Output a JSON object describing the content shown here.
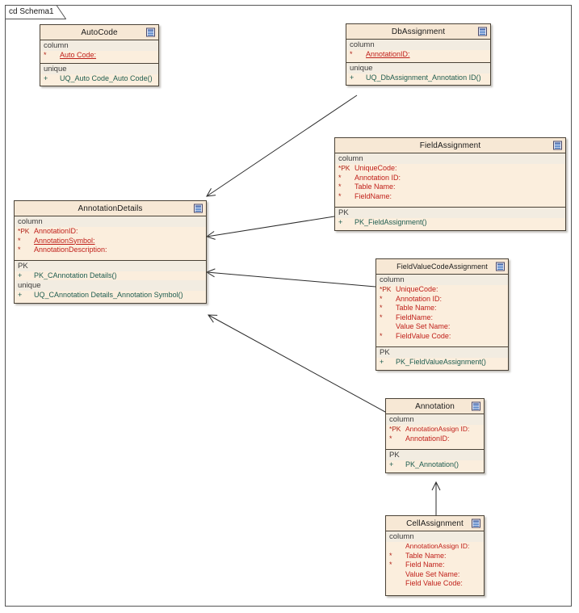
{
  "diagram": {
    "frame_label": "cd Schema1",
    "colors": {
      "box_fill": "#fbeedd",
      "header_fill": "#f7e8d5",
      "section_fill": "#f2ece1",
      "border": "#4a4236",
      "attribute_text": "#c0201a",
      "operation_text": "#1d5c4f",
      "label_text": "#3c3c3c",
      "connector": "#2b2b2b"
    },
    "icon_name": "table-icon"
  },
  "classes": [
    {
      "id": "autocode",
      "name": "AutoCode",
      "compartments": [
        {
          "label": "column",
          "rows": [
            {
              "mark": "*",
              "text": "Auto Code:",
              "kind": "attr",
              "underline": true
            }
          ]
        },
        {
          "label": "unique",
          "rows": [
            {
              "mark": "+",
              "text": "UQ_Auto Code_Auto Code()",
              "kind": "op",
              "underline": false
            }
          ]
        }
      ]
    },
    {
      "id": "dbassignment",
      "name": "DbAssignment",
      "compartments": [
        {
          "label": "column",
          "rows": [
            {
              "mark": "*",
              "text": "AnnotationID:",
              "kind": "attr",
              "underline": true
            }
          ]
        },
        {
          "label": "unique",
          "rows": [
            {
              "mark": "+",
              "text": "UQ_DbAssignment_Annotation ID()",
              "kind": "op",
              "underline": false
            }
          ]
        }
      ]
    },
    {
      "id": "fieldassignment",
      "name": "FieldAssignment",
      "compartments": [
        {
          "label": "column",
          "rows": [
            {
              "mark": "*PK",
              "text": "UniqueCode:",
              "kind": "attr",
              "underline": false
            },
            {
              "mark": "*",
              "text": "Annotation ID:",
              "kind": "attr",
              "underline": false
            },
            {
              "mark": "*",
              "text": "Table Name:",
              "kind": "attr",
              "underline": false
            },
            {
              "mark": "*",
              "text": "FieldName:",
              "kind": "attr",
              "underline": false
            }
          ]
        },
        {
          "label": "PK",
          "rows": [
            {
              "mark": "+",
              "text": "PK_FieldAssignment()",
              "kind": "op",
              "underline": false
            }
          ]
        }
      ]
    },
    {
      "id": "annotationdetails",
      "name": "AnnotationDetails",
      "compartments": [
        {
          "label": "column",
          "rows": [
            {
              "mark": "*PK",
              "text": "AnnotationID:",
              "kind": "attr",
              "underline": false
            },
            {
              "mark": "*",
              "text": "AnnotationSymbol:",
              "kind": "attr",
              "underline": true
            },
            {
              "mark": "*",
              "text": "AnnotationDescription:",
              "kind": "attr",
              "underline": false
            }
          ]
        },
        {
          "label": "PK",
          "rows": [
            {
              "mark": "+",
              "text": "PK_CAnnotation Details()",
              "kind": "op",
              "underline": false
            }
          ]
        },
        {
          "label": "unique",
          "rows": [
            {
              "mark": "+",
              "text": "UQ_CAnnotation Details_Annotation Symbol()",
              "kind": "op",
              "underline": false
            }
          ]
        }
      ]
    },
    {
      "id": "fieldvaluecodeassignment",
      "name": "FieldValueCodeAssignment",
      "compartments": [
        {
          "label": "column",
          "rows": [
            {
              "mark": "*PK",
              "text": "UniqueCode:",
              "kind": "attr",
              "underline": false
            },
            {
              "mark": "*",
              "text": "Annotation ID:",
              "kind": "attr",
              "underline": false
            },
            {
              "mark": "*",
              "text": "Table Name:",
              "kind": "attr",
              "underline": false
            },
            {
              "mark": "*",
              "text": "FieldName:",
              "kind": "attr",
              "underline": false
            },
            {
              "mark": "",
              "text": "Value Set Name:",
              "kind": "attr",
              "underline": false
            },
            {
              "mark": "*",
              "text": "FieldValue Code:",
              "kind": "attr",
              "underline": false
            }
          ]
        },
        {
          "label": "PK",
          "rows": [
            {
              "mark": "+",
              "text": "PK_FieldValueAssignment()",
              "kind": "op",
              "underline": false
            }
          ]
        }
      ]
    },
    {
      "id": "annotation",
      "name": "Annotation",
      "compartments": [
        {
          "label": "column",
          "rows": [
            {
              "mark": "*PK",
              "text": "AnnotationAssign ID:",
              "kind": "attr",
              "underline": false
            },
            {
              "mark": "*",
              "text": "AnnotationID:",
              "kind": "attr",
              "underline": false
            }
          ]
        },
        {
          "label": "PK",
          "rows": [
            {
              "mark": "+",
              "text": "PK_Annotation()",
              "kind": "op",
              "underline": false
            }
          ]
        }
      ]
    },
    {
      "id": "cellassignment",
      "name": "CellAssignment",
      "compartments": [
        {
          "label": "column",
          "rows": [
            {
              "mark": "",
              "text": "AnnotationAssign ID:",
              "kind": "attr",
              "underline": false
            },
            {
              "mark": "*",
              "text": "Table Name:",
              "kind": "attr",
              "underline": false
            },
            {
              "mark": "*",
              "text": "Field Name:",
              "kind": "attr",
              "underline": false
            },
            {
              "mark": "",
              "text": "Value Set Name:",
              "kind": "attr",
              "underline": false
            },
            {
              "mark": "",
              "text": "Field Value Code:",
              "kind": "attr",
              "underline": false
            }
          ]
        }
      ]
    }
  ],
  "connectors": [
    {
      "from": "dbassignment",
      "to": "annotationdetails",
      "name": "link-dbassignment-annotationdetails"
    },
    {
      "from": "fieldassignment",
      "to": "annotationdetails",
      "name": "link-fieldassignment-annotationdetails"
    },
    {
      "from": "fieldvaluecodeassignment",
      "to": "annotationdetails",
      "name": "link-fieldvaluecodeassignment-annotationdetails"
    },
    {
      "from": "annotation",
      "to": "annotationdetails",
      "name": "link-annotation-annotationdetails"
    },
    {
      "from": "cellassignment",
      "to": "annotation",
      "name": "link-cellassignment-annotation"
    }
  ]
}
